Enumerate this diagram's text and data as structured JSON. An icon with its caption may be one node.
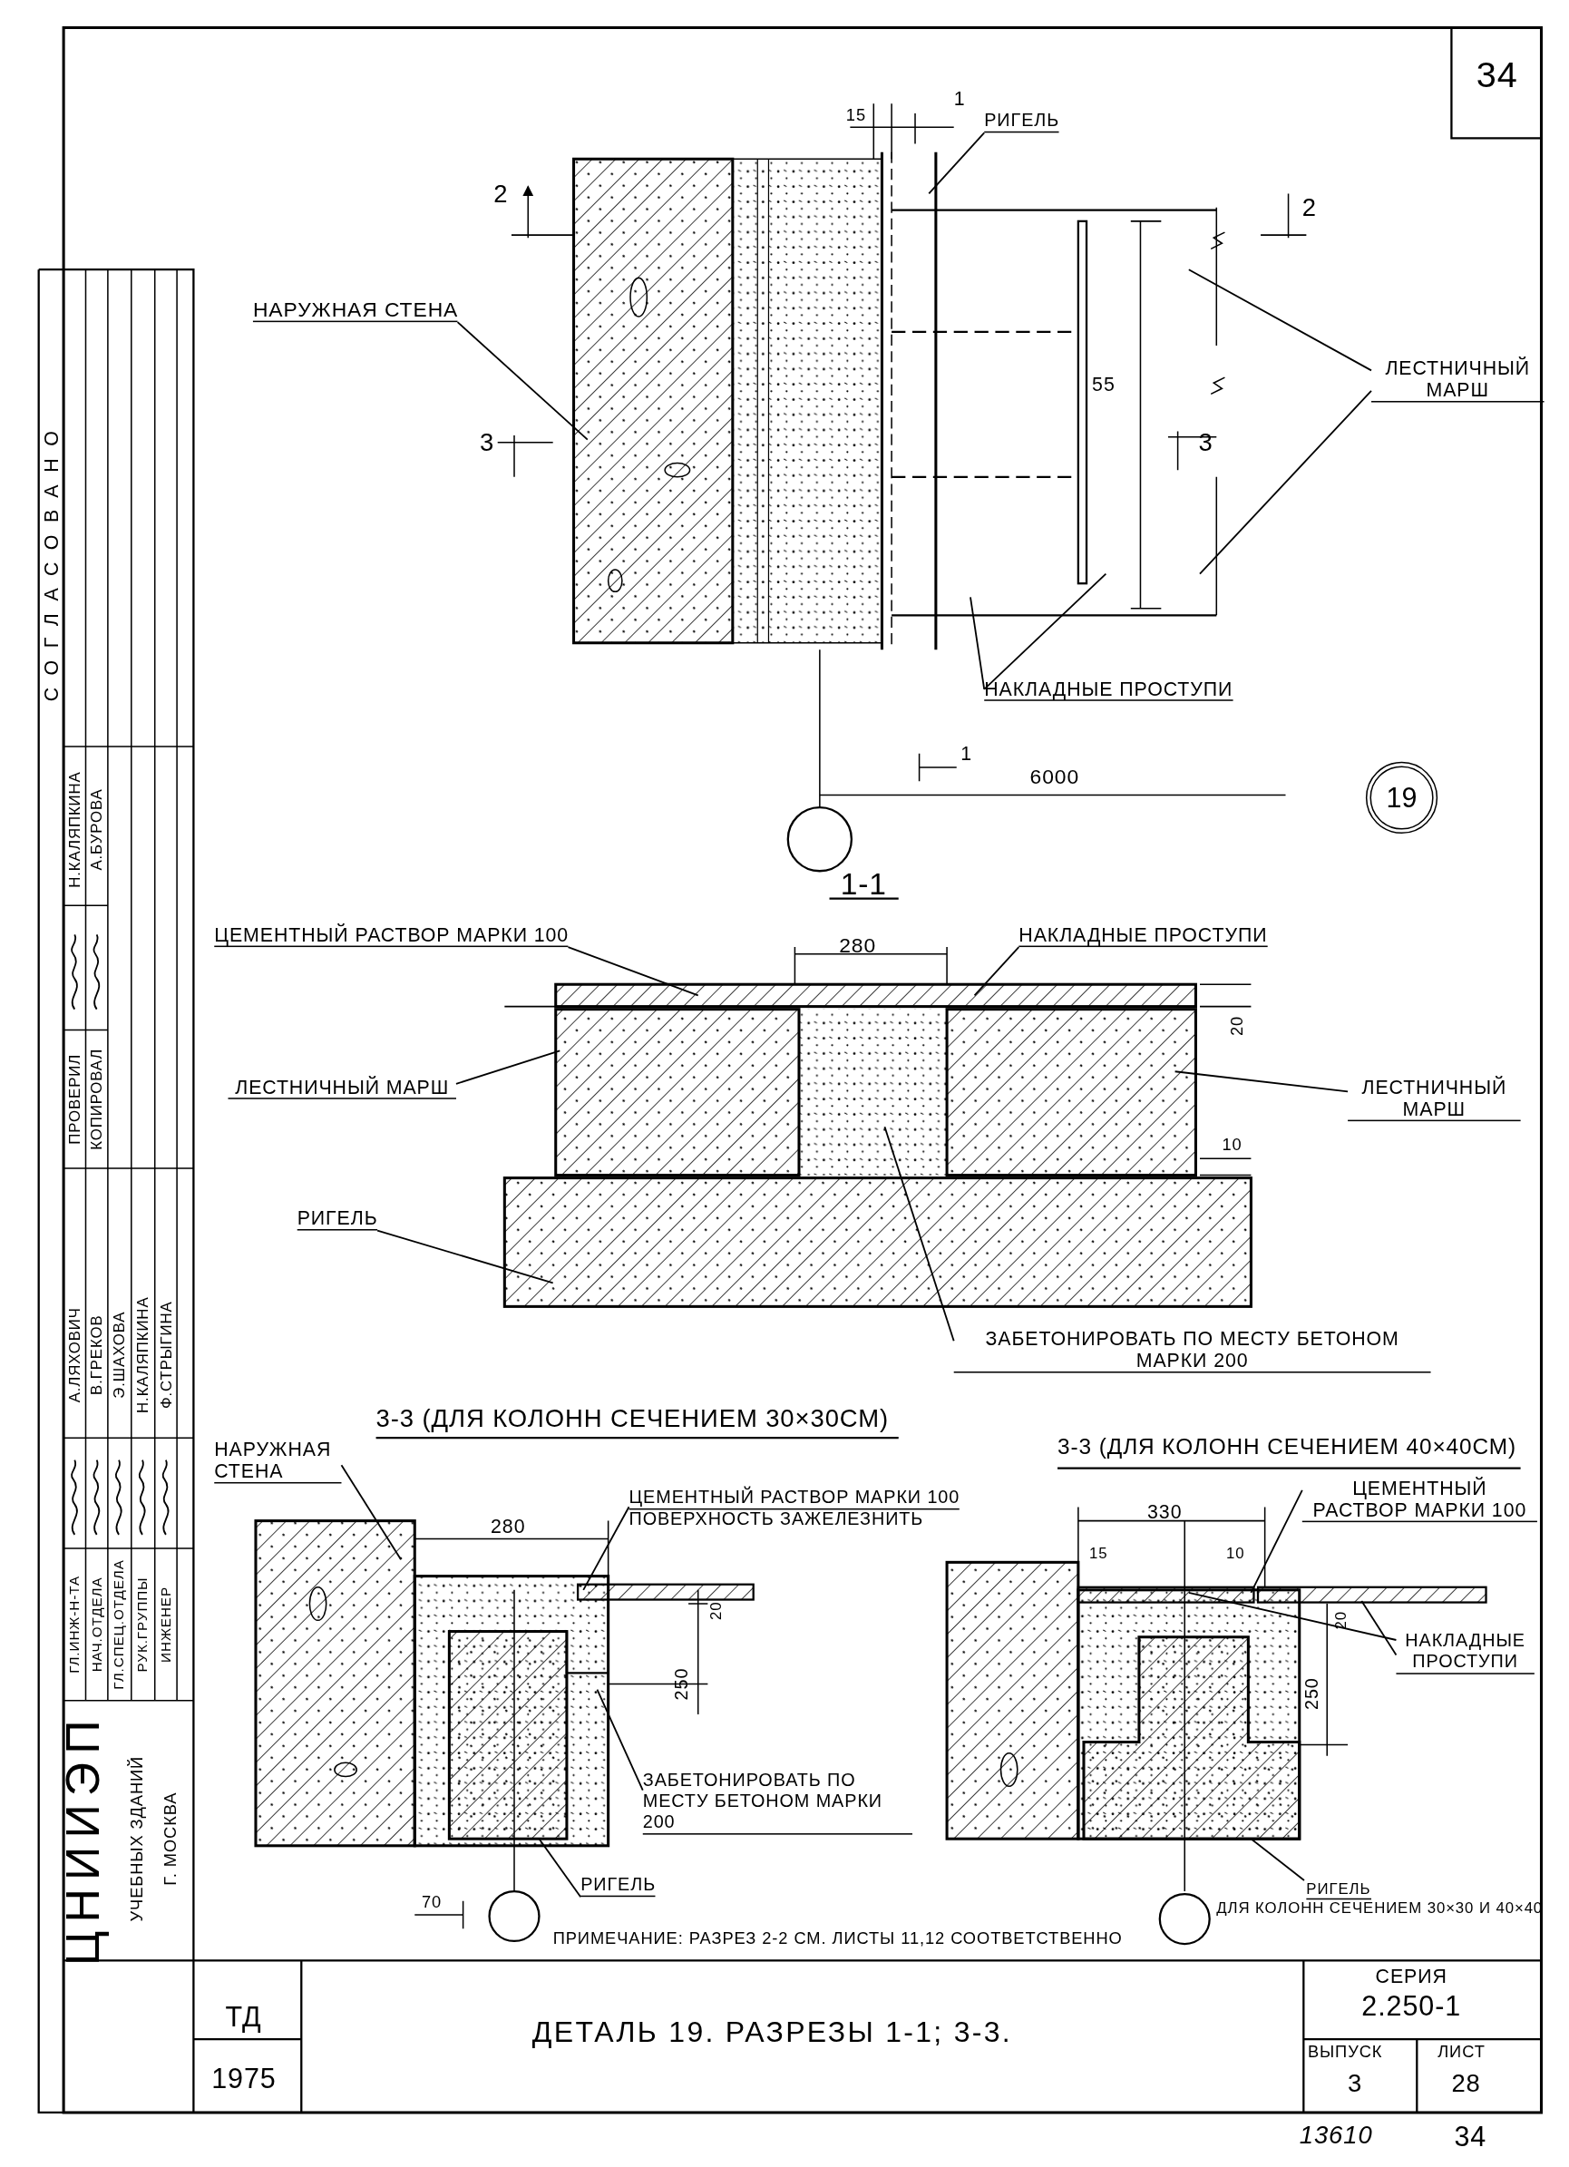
{
  "diagram": {
    "title": "ДЕТАЛЬ 19. РАЗРЕЗЫ 1-1; 3-3.",
    "nodes": [
      {
        "text": [
          "НАРУЖНАЯ СТЕНА"
        ]
      },
      {
        "text": [
          "РИГЕЛЬ"
        ]
      },
      {
        "text": [
          "ЛЕСТНИЧНЫЙ МАРШ"
        ]
      },
      {
        "text": [
          "НАКЛАДНЫЕ ПРОСТУПИ"
        ]
      },
      {
        "text": [
          "19"
        ]
      },
      {
        "text": [
          "ЦЕМЕНТНЫЙ РАСТВОР МАРКИ 100"
        ]
      },
      {
        "text": [
          "НАКЛАДНЫЕ ПРОСТУПИ"
        ]
      },
      {
        "text": [
          "ЛЕСТНИЧНЫЙ МАРШ"
        ]
      },
      {
        "text": [
          "ЛЕСТНИЧНЫЙ МАРШ"
        ]
      },
      {
        "text": [
          "РИГЕЛЬ"
        ]
      },
      {
        "text": [
          "ЗАБЕТОНИРОВАТЬ ПО МЕСТУ БЕТОНОМ МАРКИ 200"
        ]
      },
      {
        "text": [
          "НАРУЖНАЯ СТЕНА"
        ]
      },
      {
        "text": [
          "ЦЕМЕНТНЫЙ РАСТВОР МАРКИ 100",
          "ПОВЕРХНОСТЬ ЗАЖЕЛЕЗНИТЬ"
        ]
      },
      {
        "text": [
          "ЗАБЕТОНИРОВАТЬ ПО МЕСТУ БЕТОНОМ МАРКИ 200"
        ]
      },
      {
        "text": [
          "РИГЕЛЬ"
        ]
      },
      {
        "text": [
          "ЦЕМЕНТНЫЙ РАСТВОР МАРКИ 100"
        ]
      },
      {
        "text": [
          "НАКЛАДНЫЕ ПРОСТУПИ"
        ]
      },
      {
        "text": [
          "РИГЕЛЬ",
          "ДЛЯ КОЛОНН СЕЧЕНИЕМ 30×30 И 40×40"
        ]
      }
    ],
    "edges": [
      {
        "from": 0,
        "to": null,
        "arrow": "none"
      },
      {
        "from": 1,
        "to": null,
        "arrow": "none"
      },
      {
        "from": 2,
        "to": null,
        "arrow": "none"
      },
      {
        "from": 2,
        "to": null,
        "arrow": "none"
      },
      {
        "from": 3,
        "to": null,
        "arrow": "none"
      },
      {
        "from": 3,
        "to": null,
        "arrow": "none"
      },
      {
        "from": 5,
        "to": null,
        "arrow": "none"
      },
      {
        "from": 6,
        "to": null,
        "arrow": "none"
      },
      {
        "from": 7,
        "to": null,
        "arrow": "none"
      },
      {
        "from": 8,
        "to": null,
        "arrow": "none"
      },
      {
        "from": 9,
        "to": null,
        "arrow": "none"
      },
      {
        "from": 10,
        "to": null,
        "arrow": "none"
      },
      {
        "from": 11,
        "to": null,
        "arrow": "none"
      },
      {
        "from": 12,
        "to": null,
        "arrow": "none"
      },
      {
        "from": 13,
        "to": null,
        "arrow": "none"
      },
      {
        "from": 14,
        "to": null,
        "arrow": "none"
      },
      {
        "from": 15,
        "to": null,
        "arrow": "none"
      },
      {
        "from": 16,
        "to": null,
        "arrow": "none"
      },
      {
        "from": 16,
        "to": null,
        "arrow": "none"
      },
      {
        "from": 17,
        "to": null,
        "arrow": "none"
      }
    ],
    "labels": [
      "34",
      "15",
      "1",
      "2",
      "2",
      "55",
      "3",
      "3",
      "1",
      "6000",
      "1-1",
      "280",
      "20",
      "10",
      "3-3 (ДЛЯ КОЛОНН СЕЧЕНИЕМ 30×30СМ)",
      "3-3 (ДЛЯ КОЛОНН СЕЧЕНИЕМ 40×40СМ)",
      "280",
      "330",
      "15",
      "10",
      "20",
      "20",
      "250",
      "250",
      "70",
      "ПРИМЕЧАНИЕ: РАЗРЕЗ 2-2 СМ. ЛИСТЫ 11,12 СООТВЕТСТВЕННО",
      "ТД",
      "1975",
      "СЕРИЯ",
      "2.250-1",
      "ВЫПУСК",
      "3",
      "ЛИСТ",
      "28",
      "13610",
      "34",
      "СОГЛАСОВАНО",
      "Н.КАЛЯПКИНА",
      "А.БУРОВА",
      "ПРОВЕРИЛ",
      "КОПИРОВАЛ",
      "А.ЛЯХОВИЧ",
      "В.ГРЕКОВ",
      "Э.ШАХОВА",
      "Н.КАЛЯПКИНА",
      "Ф.СТРЫГИНА",
      "ГЛ.ИНЖ-Н-ТА",
      "НАЧ.ОТДЕЛА",
      "ГЛ.СПЕЦ.ОТДЕЛА",
      "РУК.ГРУППЫ",
      "ИНЖЕНЕР",
      "ЦНИИЭП",
      "УЧЕБНЫХ ЗДАНИЙ",
      "Г. МОСКВА"
    ]
  }
}
